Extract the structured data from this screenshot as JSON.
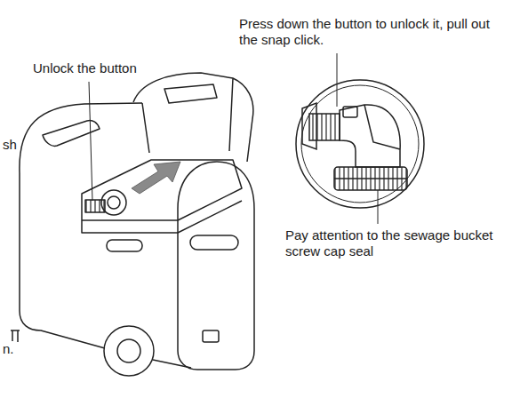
{
  "diagram": {
    "labels": [
      "Press down the button to unlock it, pull out the snap click.",
      "Unlock the button",
      "sh",
      "Pay attention to the sewage bucket screw cap seal",
      "n."
    ]
  }
}
